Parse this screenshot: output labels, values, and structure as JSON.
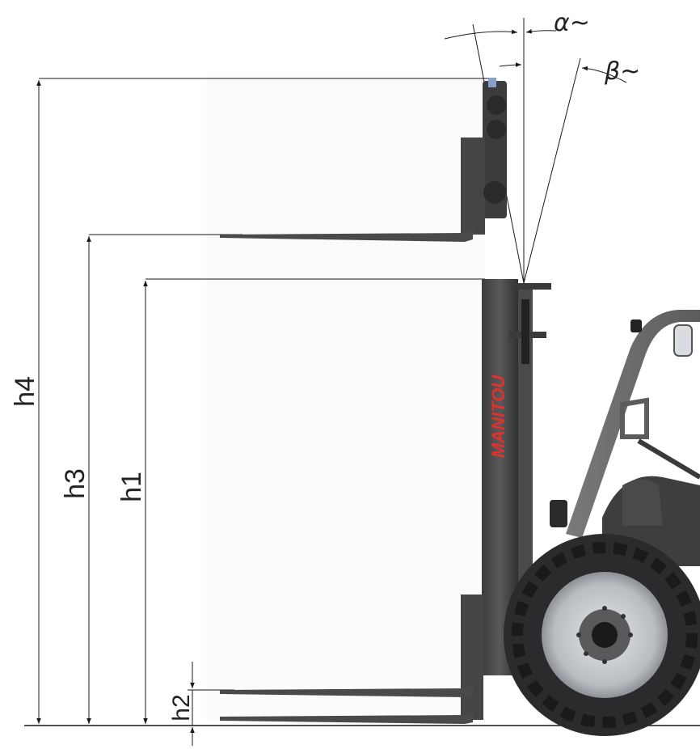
{
  "dimensions": {
    "h1": "h1",
    "h2": "h2",
    "h3": "h3",
    "h4": "h4"
  },
  "angles": {
    "alpha": "α~",
    "beta": "β~"
  },
  "branding": {
    "mast_text": "MANITOU",
    "brand_color": "#e0312a"
  },
  "colors": {
    "body_grey": "#6e6e70",
    "dark_grey": "#3a3a3c",
    "tire": "#2b2b2d",
    "rim": "#cfd2d6",
    "fork": "#4a4a4c"
  }
}
